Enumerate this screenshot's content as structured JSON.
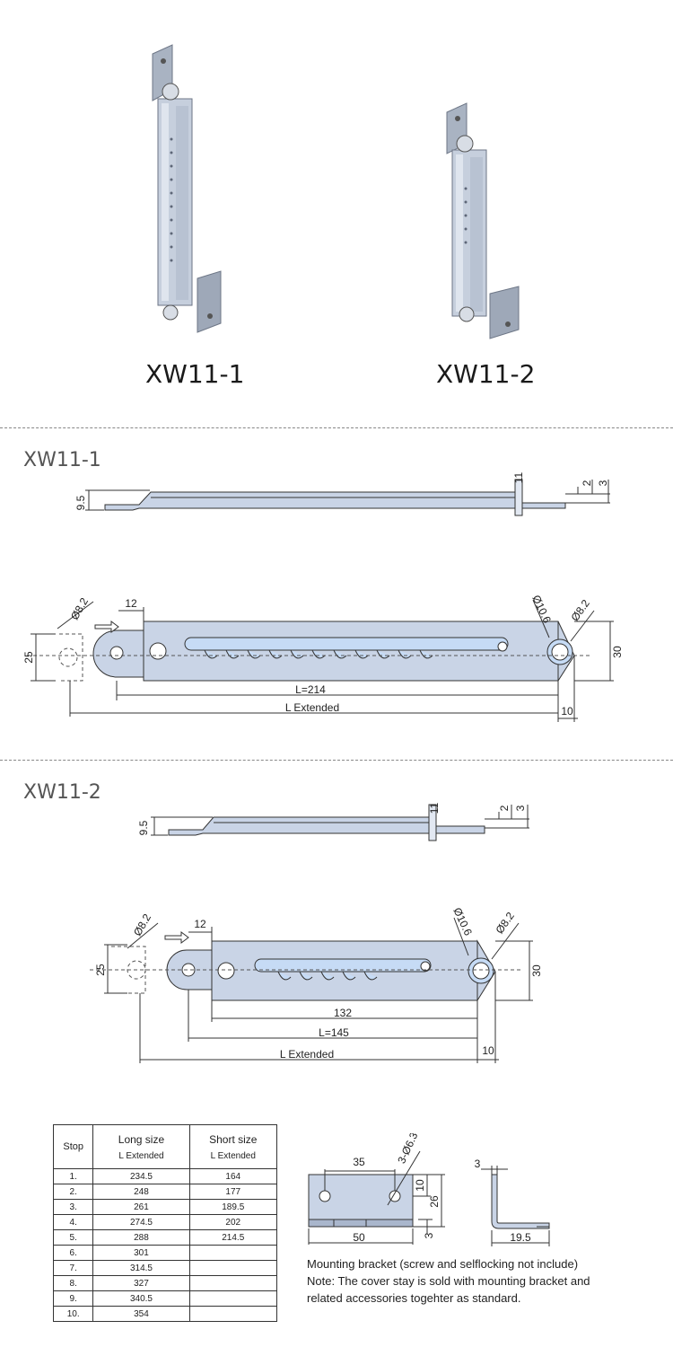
{
  "products": [
    {
      "label": "XW11-1"
    },
    {
      "label": "XW11-2"
    }
  ],
  "sections": [
    {
      "title": "XW11-1",
      "side_dims": {
        "height": "9.5",
        "t1": "11",
        "t2": "2",
        "t3": "3"
      },
      "top_dims": {
        "hole": "Ø8.2",
        "hole_right": "Ø8.2",
        "hole_ring": "Ø10.6",
        "offset": "12",
        "width_left": "25",
        "width_right": "30",
        "length": "L=214",
        "extended": "L Extended",
        "end": "10"
      }
    },
    {
      "title": "XW11-2",
      "side_dims": {
        "height": "9.5",
        "t1": "11",
        "t2": "2",
        "t3": "3"
      },
      "top_dims": {
        "hole": "Ø8.2",
        "hole_right": "Ø8.2",
        "hole_ring": "Ø10.6",
        "offset": "12",
        "width_left": "25",
        "width_right": "30",
        "slot": "132",
        "length": "L=145",
        "extended": "L Extended",
        "end": "10"
      }
    }
  ],
  "stop_table": {
    "headers": {
      "stop": "Stop",
      "long": "Long size",
      "long_sub": "L Extended",
      "short": "Short size",
      "short_sub": "L Extended"
    },
    "rows": [
      {
        "stop": "1.",
        "long": "234.5",
        "short": "164"
      },
      {
        "stop": "2.",
        "long": "248",
        "short": "177"
      },
      {
        "stop": "3.",
        "long": "261",
        "short": "189.5"
      },
      {
        "stop": "4.",
        "long": "274.5",
        "short": "202"
      },
      {
        "stop": "5.",
        "long": "288",
        "short": "214.5"
      },
      {
        "stop": "6.",
        "long": "301",
        "short": ""
      },
      {
        "stop": "7.",
        "long": "314.5",
        "short": ""
      },
      {
        "stop": "8.",
        "long": "327",
        "short": ""
      },
      {
        "stop": "9.",
        "long": "340.5",
        "short": ""
      },
      {
        "stop": "10.",
        "long": "354",
        "short": ""
      }
    ]
  },
  "bracket": {
    "dims": {
      "hole_spacing": "35",
      "holes": "3-Ø6.3",
      "h1": "10",
      "h2": "26",
      "width": "50",
      "t": "3",
      "side_t": "3",
      "side_w": "19.5"
    },
    "caption": "Mounting bracket (screw and selflocking not include)",
    "note1": "Note:  The cover stay is sold with mounting bracket and",
    "note2": "related accessories togehter as standard."
  },
  "colors": {
    "metal": "#c9d4e6",
    "metal_dark": "#8e9cb2",
    "slot": "#c6dbf5",
    "line": "#333333"
  }
}
